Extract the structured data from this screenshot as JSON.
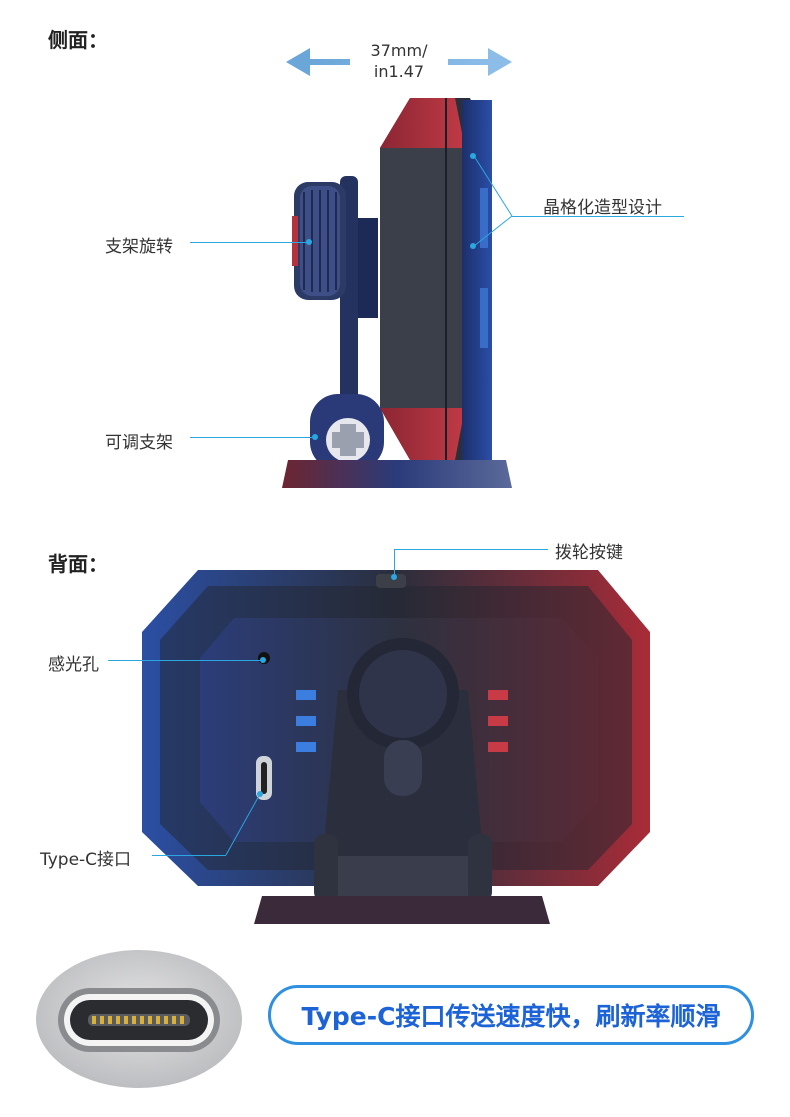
{
  "side_section": {
    "heading": "侧面："
  },
  "dimension": {
    "line1": "37mm/",
    "line2": "in1.47"
  },
  "callouts": {
    "crystal_design": "晶格化造型设计",
    "bracket_rotate": "支架旋转",
    "adjustable_bracket": "可调支架",
    "dial_button": "拨轮按键",
    "light_sensor": "感光孔",
    "type_c_port": "Type-C接口"
  },
  "back_section": {
    "heading": "背面："
  },
  "banner": {
    "text": "Type-C接口传送速度快，刷新率顺滑"
  },
  "colors": {
    "accent": "#2aa7df",
    "banner_text": "#1c63d8",
    "device_blue": "#1f3c86",
    "device_red": "#b2323f"
  }
}
